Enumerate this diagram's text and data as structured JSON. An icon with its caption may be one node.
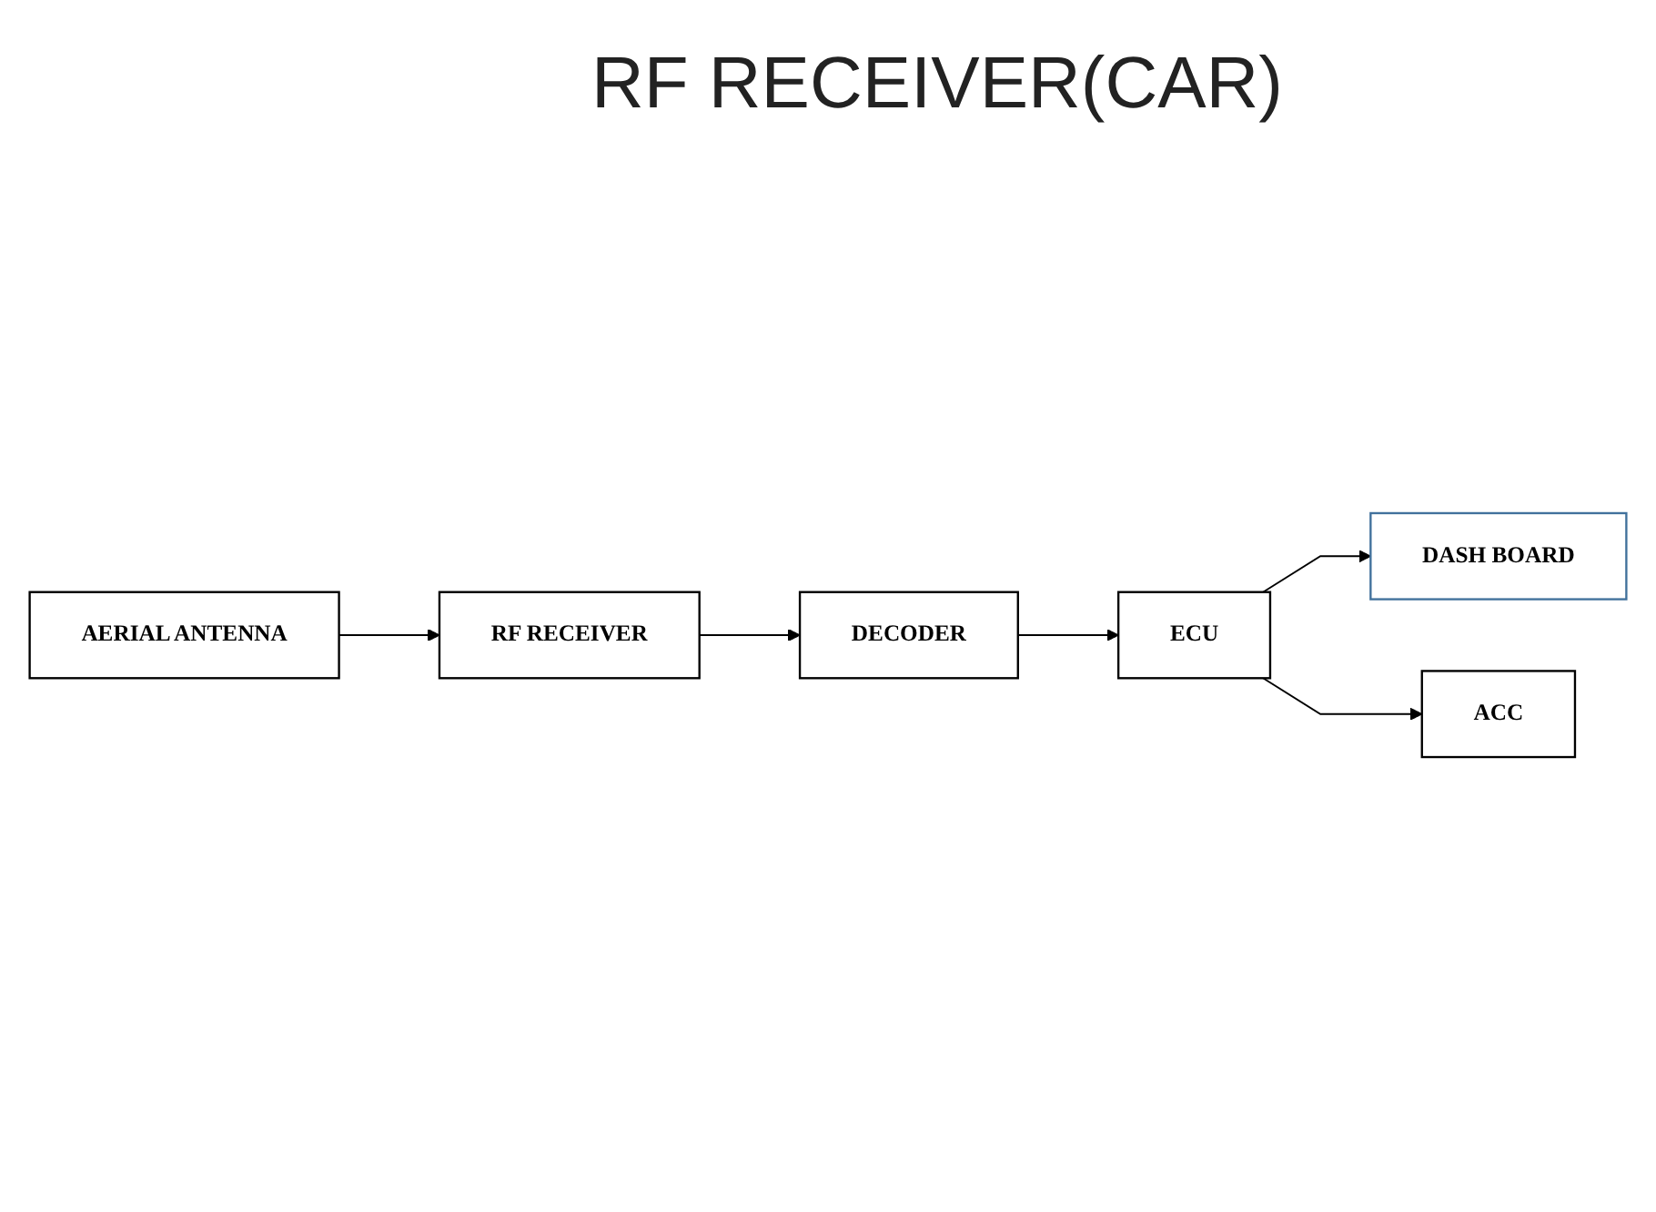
{
  "diagram": {
    "title": "RF RECEIVER(CAR)",
    "nodes": [
      {
        "text": [
          "AERIAL ANTENNA"
        ]
      },
      {
        "text": [
          "RF RECEIVER"
        ]
      },
      {
        "text": [
          "DECODER"
        ]
      },
      {
        "text": [
          "ECU"
        ]
      },
      {
        "text": [
          "DASH BOARD"
        ]
      },
      {
        "text": [
          "ACC"
        ]
      }
    ],
    "edges": [
      {
        "from": 0,
        "to": 1,
        "arrow": "to"
      },
      {
        "from": 1,
        "to": 2,
        "arrow": "to"
      },
      {
        "from": 2,
        "to": 3,
        "arrow": "to"
      },
      {
        "from": 3,
        "to": 4,
        "arrow": "to"
      },
      {
        "from": 3,
        "to": 5,
        "arrow": "to"
      }
    ]
  }
}
